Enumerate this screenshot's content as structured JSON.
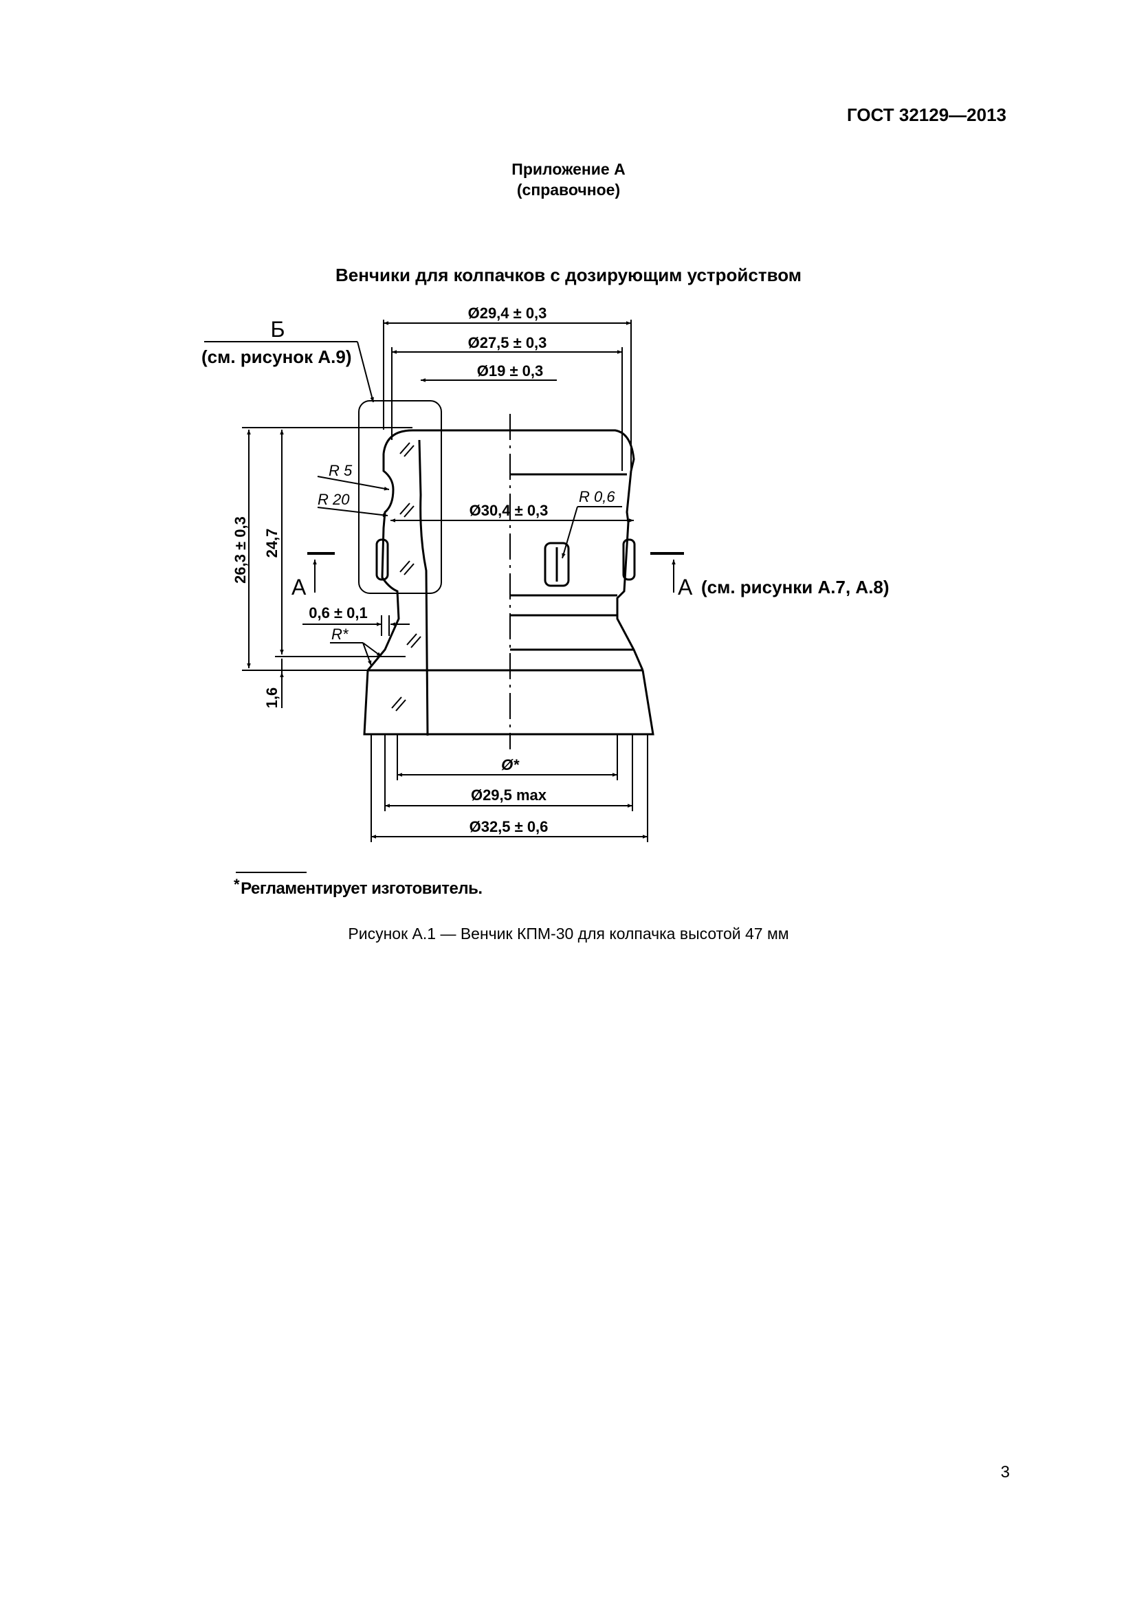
{
  "header": {
    "standard": "ГОСТ 32129—2013"
  },
  "appendix": {
    "title": "Приложение А",
    "subtitle": "(справочное)"
  },
  "figure": {
    "heading": "Венчики для колпачков с дозирующим устройством",
    "callouts": {
      "detail_letter": "Б",
      "detail_ref": "(см. рисунок А.9)",
      "section_letter": "А",
      "section_ref": "(см. рисунки А.7, А.8)"
    },
    "dimensions": {
      "d_29_4": "Ø29,4 ± 0,3",
      "d_27_5": "Ø27,5 ± 0,3",
      "d_19": "Ø19 ± 0,3",
      "d_30_4": "Ø30,4 ± 0,3",
      "d_star": "Ø*",
      "d_29_5": "Ø29,5 max",
      "d_32_5": "Ø32,5 ± 0,6",
      "h_26_3": "26,3 ± 0,3",
      "h_24_7": "24,7",
      "h_1_6": "1,6",
      "w_0_6": "0,6 ± 0,1",
      "r5": "R 5",
      "r20": "R 20",
      "r_star": "R*",
      "r0_6": "R 0,6"
    },
    "caption": "Рисунок  А.1 — Венчик КПМ-30 для колпачка высотой 47 мм"
  },
  "footnote": {
    "mark": "*",
    "text": "Регламентирует изготовитель."
  },
  "page_number": "3"
}
